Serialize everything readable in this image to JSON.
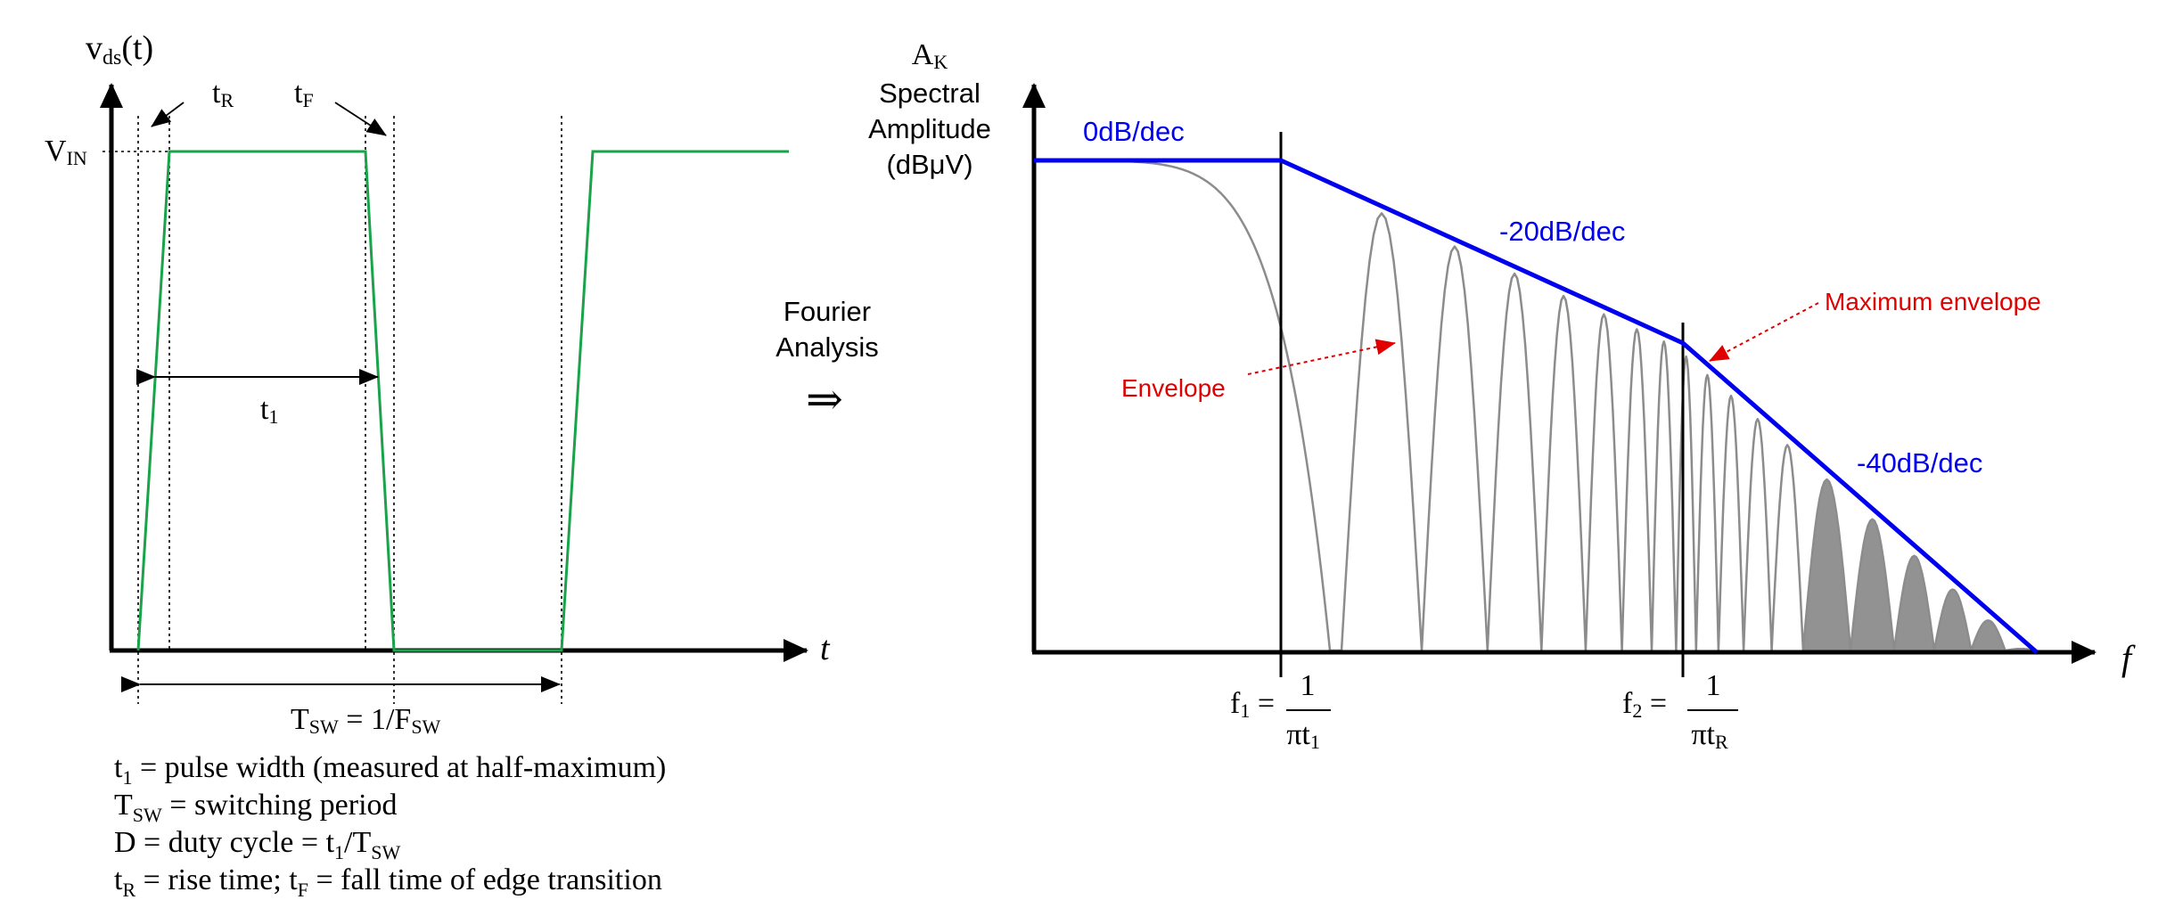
{
  "colors": {
    "pulse": "#1aa34a",
    "spectrum": "#8c8c8c",
    "envelope": "#0000ee",
    "annotation": "#e00000",
    "axis": "#000000"
  },
  "time_domain": {
    "y_label": "v",
    "y_label_sub": "ds",
    "y_label_tail": "(t)",
    "x_label": "t",
    "level_label": "V",
    "level_sub": "IN",
    "rise_label": "t",
    "rise_sub": "R",
    "fall_label": "t",
    "fall_sub": "F",
    "width_label": "t",
    "width_sub": "1",
    "period_label": "T",
    "period_sub": "SW",
    "period_eq": " = 1/F",
    "period_sub2": "SW"
  },
  "definitions": [
    {
      "a": "t",
      "a_sub": "1",
      "b": " = pulse width (measured at half-maximum)"
    },
    {
      "a": "T",
      "a_sub": "SW",
      "b": " = switching period"
    },
    {
      "a": "D = duty cycle = t",
      "a_sub": "1",
      "b": "/T",
      "b_sub": "SW"
    },
    {
      "a": "t",
      "a_sub": "R",
      "b": " = rise time;  t",
      "b_sub": "F",
      "c": " = fall time of edge transition"
    }
  ],
  "transform": {
    "label_line1": "Fourier",
    "label_line2": "Analysis",
    "arrow": "⇒"
  },
  "spectrum": {
    "y_label_top": "A",
    "y_label_top_sub": "K",
    "y_label_line2": "Spectral",
    "y_label_line3": "Amplitude",
    "y_label_line4": "(dBμV)",
    "x_label": "f",
    "slope1": "0dB/dec",
    "slope2": "-20dB/dec",
    "slope3": "-40dB/dec",
    "envelope_label": "Envelope",
    "max_envelope_label": "Maximum envelope",
    "f1_label": "f",
    "f1_sub": "1",
    "f1_num": "1",
    "f1_den": "πt",
    "f1_den_sub": "1",
    "f2_label": "f",
    "f2_sub": "2",
    "f2_num": "1",
    "f2_den": "πt",
    "f2_den_sub": "R",
    "equals": "="
  }
}
